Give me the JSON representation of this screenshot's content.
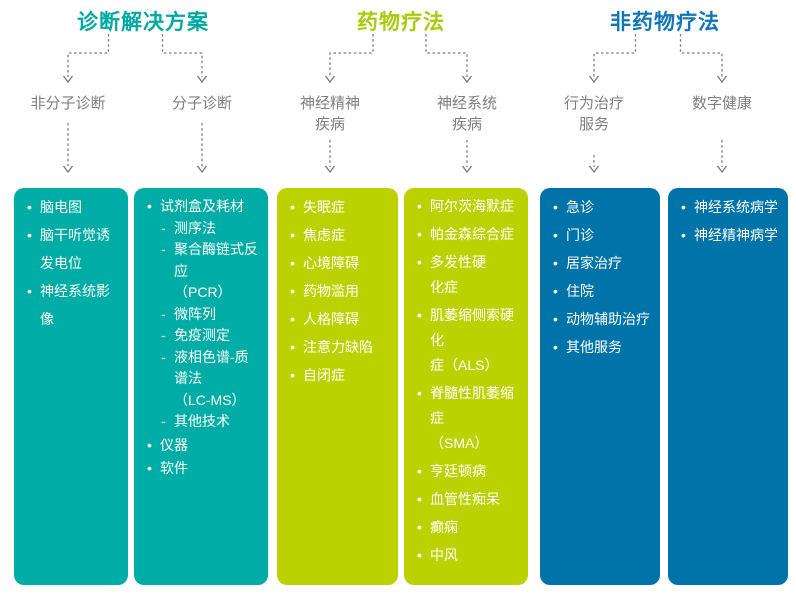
{
  "colors": {
    "teal_box": "#00ACA6",
    "teal_header": "#00A9A3",
    "lime_box": "#BCD200",
    "lime_header": "#A9CB0D",
    "blue_box": "#0074A8",
    "blue_header": "#1076B6",
    "label_gray": "#7F7F7F",
    "arrow_gray": "#7C7C7C"
  },
  "markers": {
    "level1": "•",
    "level2": "-"
  },
  "groups": [
    {
      "title": "诊断解决方案",
      "columns": [
        {
          "label": "非分子诊断",
          "items": [
            {
              "t": "脑电图",
              "l": 1
            },
            {
              "t": "脑干听觉诱\n发电位",
              "l": 1
            },
            {
              "t": "神经系统影像",
              "l": 1
            }
          ]
        },
        {
          "label": "分子诊断",
          "items": [
            {
              "t": "试剂盒及耗材",
              "l": 1
            },
            {
              "t": "测序法",
              "l": 2
            },
            {
              "t": "聚合酶链式反应\n（PCR）",
              "l": 2
            },
            {
              "t": "微阵列",
              "l": 2
            },
            {
              "t": "免疫测定",
              "l": 2
            },
            {
              "t": "液相色谱-质谱法\n（LC-MS）",
              "l": 2
            },
            {
              "t": "其他技术",
              "l": 2
            },
            {
              "t": "仪器",
              "l": 1
            },
            {
              "t": "软件",
              "l": 1
            }
          ]
        }
      ]
    },
    {
      "title": "药物疗法",
      "columns": [
        {
          "label": "神经精神\n疾病",
          "items": [
            {
              "t": "失眠症",
              "l": 1
            },
            {
              "t": "焦虑症",
              "l": 1
            },
            {
              "t": "心境障碍",
              "l": 1
            },
            {
              "t": "药物滥用",
              "l": 1
            },
            {
              "t": "人格障碍",
              "l": 1
            },
            {
              "t": "注意力缺陷",
              "l": 1
            },
            {
              "t": "自闭症",
              "l": 1
            }
          ]
        },
        {
          "label": "神经系统\n疾病",
          "items": [
            {
              "t": "阿尔茨海默症",
              "l": 1
            },
            {
              "t": "帕金森综合症",
              "l": 1
            },
            {
              "t": "多发性硬\n化症",
              "l": 1
            },
            {
              "t": "肌萎缩侧索硬化\n症（ALS）",
              "l": 1
            },
            {
              "t": "脊髓性肌萎缩症\n（SMA）",
              "l": 1
            },
            {
              "t": "亨廷顿病",
              "l": 1
            },
            {
              "t": "血管性痴呆",
              "l": 1
            },
            {
              "t": "癫痫",
              "l": 1
            },
            {
              "t": "中风",
              "l": 1
            }
          ]
        }
      ]
    },
    {
      "title": "非药物疗法",
      "columns": [
        {
          "label": "行为治疗\n服务",
          "items": [
            {
              "t": "急诊",
              "l": 1
            },
            {
              "t": "门诊",
              "l": 1
            },
            {
              "t": "居家治疗",
              "l": 1
            },
            {
              "t": "住院",
              "l": 1
            },
            {
              "t": "动物辅助治疗",
              "l": 1
            },
            {
              "t": "其他服务",
              "l": 1
            }
          ]
        },
        {
          "label": "数字健康",
          "items": [
            {
              "t": "神经系统病学",
              "l": 1
            },
            {
              "t": "神经精神病学",
              "l": 1
            }
          ]
        }
      ]
    }
  ]
}
